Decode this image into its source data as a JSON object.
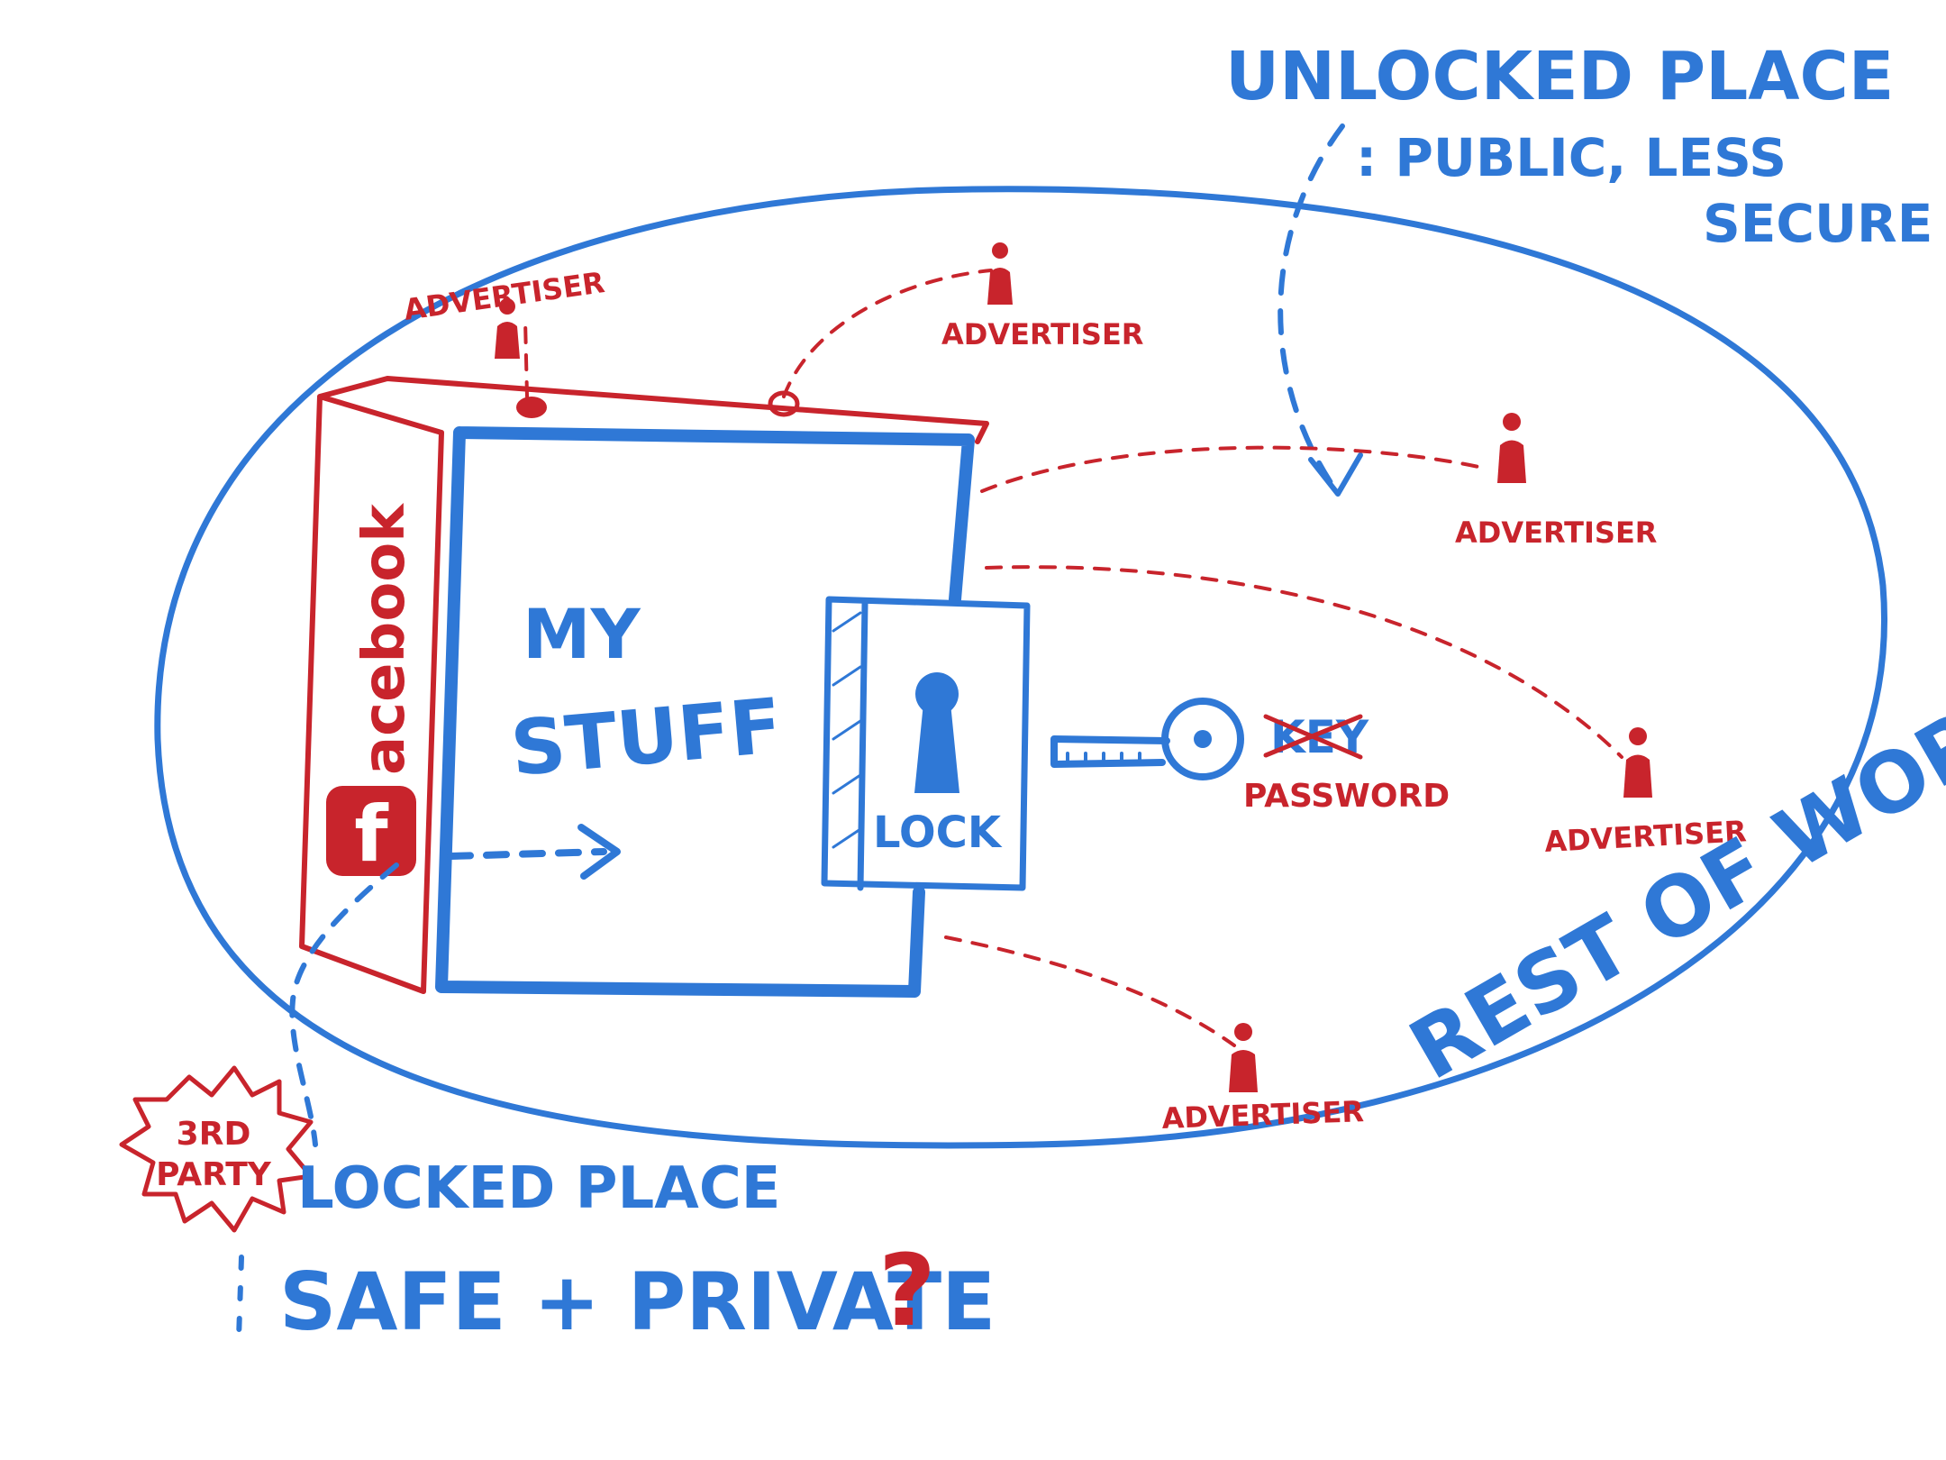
{
  "colors": {
    "blue": "#2f78d6",
    "red": "#c8242c"
  },
  "labels": {
    "unlocked_title": "UNLOCKED PLACE",
    "unlocked_sub1": ": PUBLIC, LESS",
    "unlocked_sub2": "SECURE :",
    "book_spine": "acebook",
    "book_logo": "f",
    "my": "MY",
    "stuff": "STUFF",
    "lock": "LOCK",
    "key_word": "KEY",
    "password": "PASSWORD",
    "rest_of_world": "REST OF WORLD",
    "third_party_line1": "3RD",
    "third_party_line2": "PARTY",
    "locked_place": "LOCKED PLACE",
    "safe_private": "SAFE + PRIVATE",
    "question": "?"
  },
  "advertisers": [
    {
      "label": "ADVERTISER"
    },
    {
      "label": "ADVERTISER"
    },
    {
      "label": "ADVERTISER"
    },
    {
      "label": "ADVERTISER"
    },
    {
      "label": "ADVERTISER"
    }
  ],
  "icons": {
    "person": "person-icon",
    "keyhole": "keyhole-icon",
    "key": "key-icon",
    "badge": "starburst-badge"
  }
}
